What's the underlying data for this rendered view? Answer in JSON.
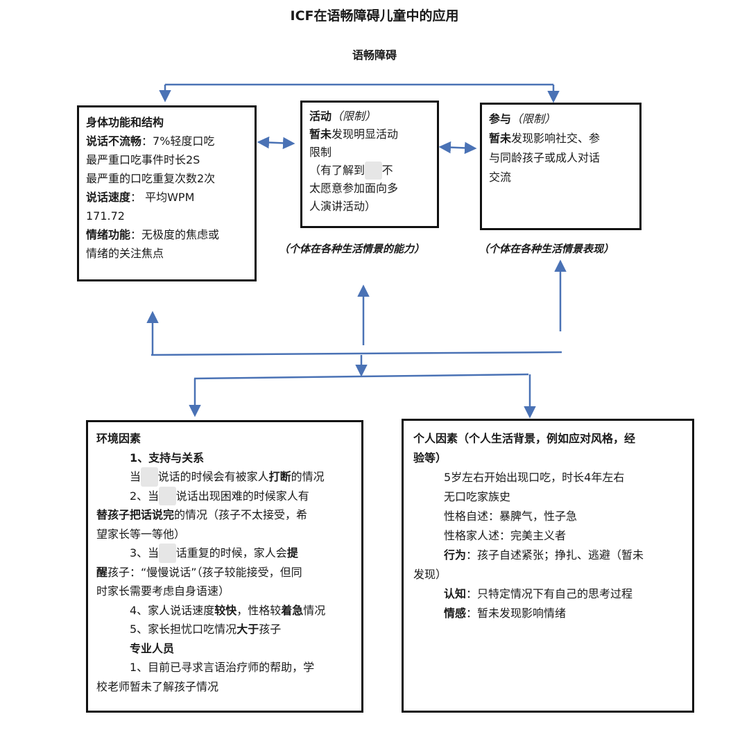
{
  "title": "ICF在语畅障碍儿童中的应用",
  "subtitle": "语畅障碍",
  "body_function": {
    "heading": "身体功能和结构",
    "fluency_label": "说话不流畅",
    "fluency_value": "：7%轻度口吃",
    "longest_event": "最严重口吃事件时长2S",
    "max_repeats": "最严重的口吃重复次数2次",
    "speed_label": "说话速度",
    "speed_value": "： 平均WPM",
    "speed_number": "171.72",
    "emotion_label": "情绪功能",
    "emotion_value": "：无极度的焦虑或",
    "emotion_value2": "情绪的关注焦点"
  },
  "activity": {
    "heading": "活动",
    "qualifier": "（限制）",
    "line1_bold": "暂未",
    "line1_rest": "发现明显活动",
    "line2": "限制",
    "paren_open": "（有了解到",
    "paren_rest": "不",
    "line4": "太愿意参加面向多",
    "line5": "人演讲活动）",
    "caption": "（个体在各种生活情景的能力）"
  },
  "participation": {
    "heading": "参与",
    "qualifier": "（限制）",
    "line1_bold": "暂未",
    "line1_rest": "发现影响社交、参",
    "line2": "与同龄孩子或成人对话",
    "line3": "交流",
    "caption": "（个体在各种生活情景表现）"
  },
  "environment": {
    "heading": "环境因素",
    "section1": "1、支持与关系",
    "item1_a": "当",
    "item1_b": "说话的时候会有被家人",
    "item1_bold": "打断",
    "item1_c": "的情况",
    "item2_a": "2、当",
    "item2_b": "说话出现困难的时候家人有",
    "item2_bold": "替孩子把话说完",
    "item2_c": "的情况（孩子不太接受，希",
    "item2_d": "望家长等一等他）",
    "item3_a": "3、当",
    "item3_b": "话重复的时候，家人会",
    "item3_bold1": "提",
    "item3_bold2": "醒",
    "item3_c": "孩子：“慢慢说话”（孩子较能接受，但同",
    "item3_d": "时家长需要考虑自身语速）",
    "item4_a": "4、家人说话速度",
    "item4_bold1": "较快",
    "item4_b": "，性格较",
    "item4_bold2": "着急",
    "item4_c": "情况",
    "item5_a": "5、家长担忧口吃情况",
    "item5_bold": "大于",
    "item5_b": "孩子",
    "section2": "专业人员",
    "pro_item_a": "1、目前已寻求言语治疗师的帮助，学",
    "pro_item_b": "校老师暂未了解孩子情况"
  },
  "personal": {
    "heading": "个人因素（个人生活背景，例如应对风格，经",
    "heading2": "验等）",
    "line1": "5岁左右开始出现口吃，时长4年左右",
    "line2": "无口吃家族史",
    "line3": "性格自述：暴脾气，性子急",
    "line4": "性格家人述：完美主义者",
    "behavior_label": "行为",
    "behavior_value": "：孩子自述紧张；挣扎、逃避（暂未",
    "behavior_value2": "发现）",
    "cognition_label": "认知",
    "cognition_value": "：只特定情况下有自己的思考过程",
    "affect_label": "情感",
    "affect_value": "：暂未发现影响情绪"
  },
  "colors": {
    "arrow": "#4a72b5",
    "border": "#111111"
  }
}
